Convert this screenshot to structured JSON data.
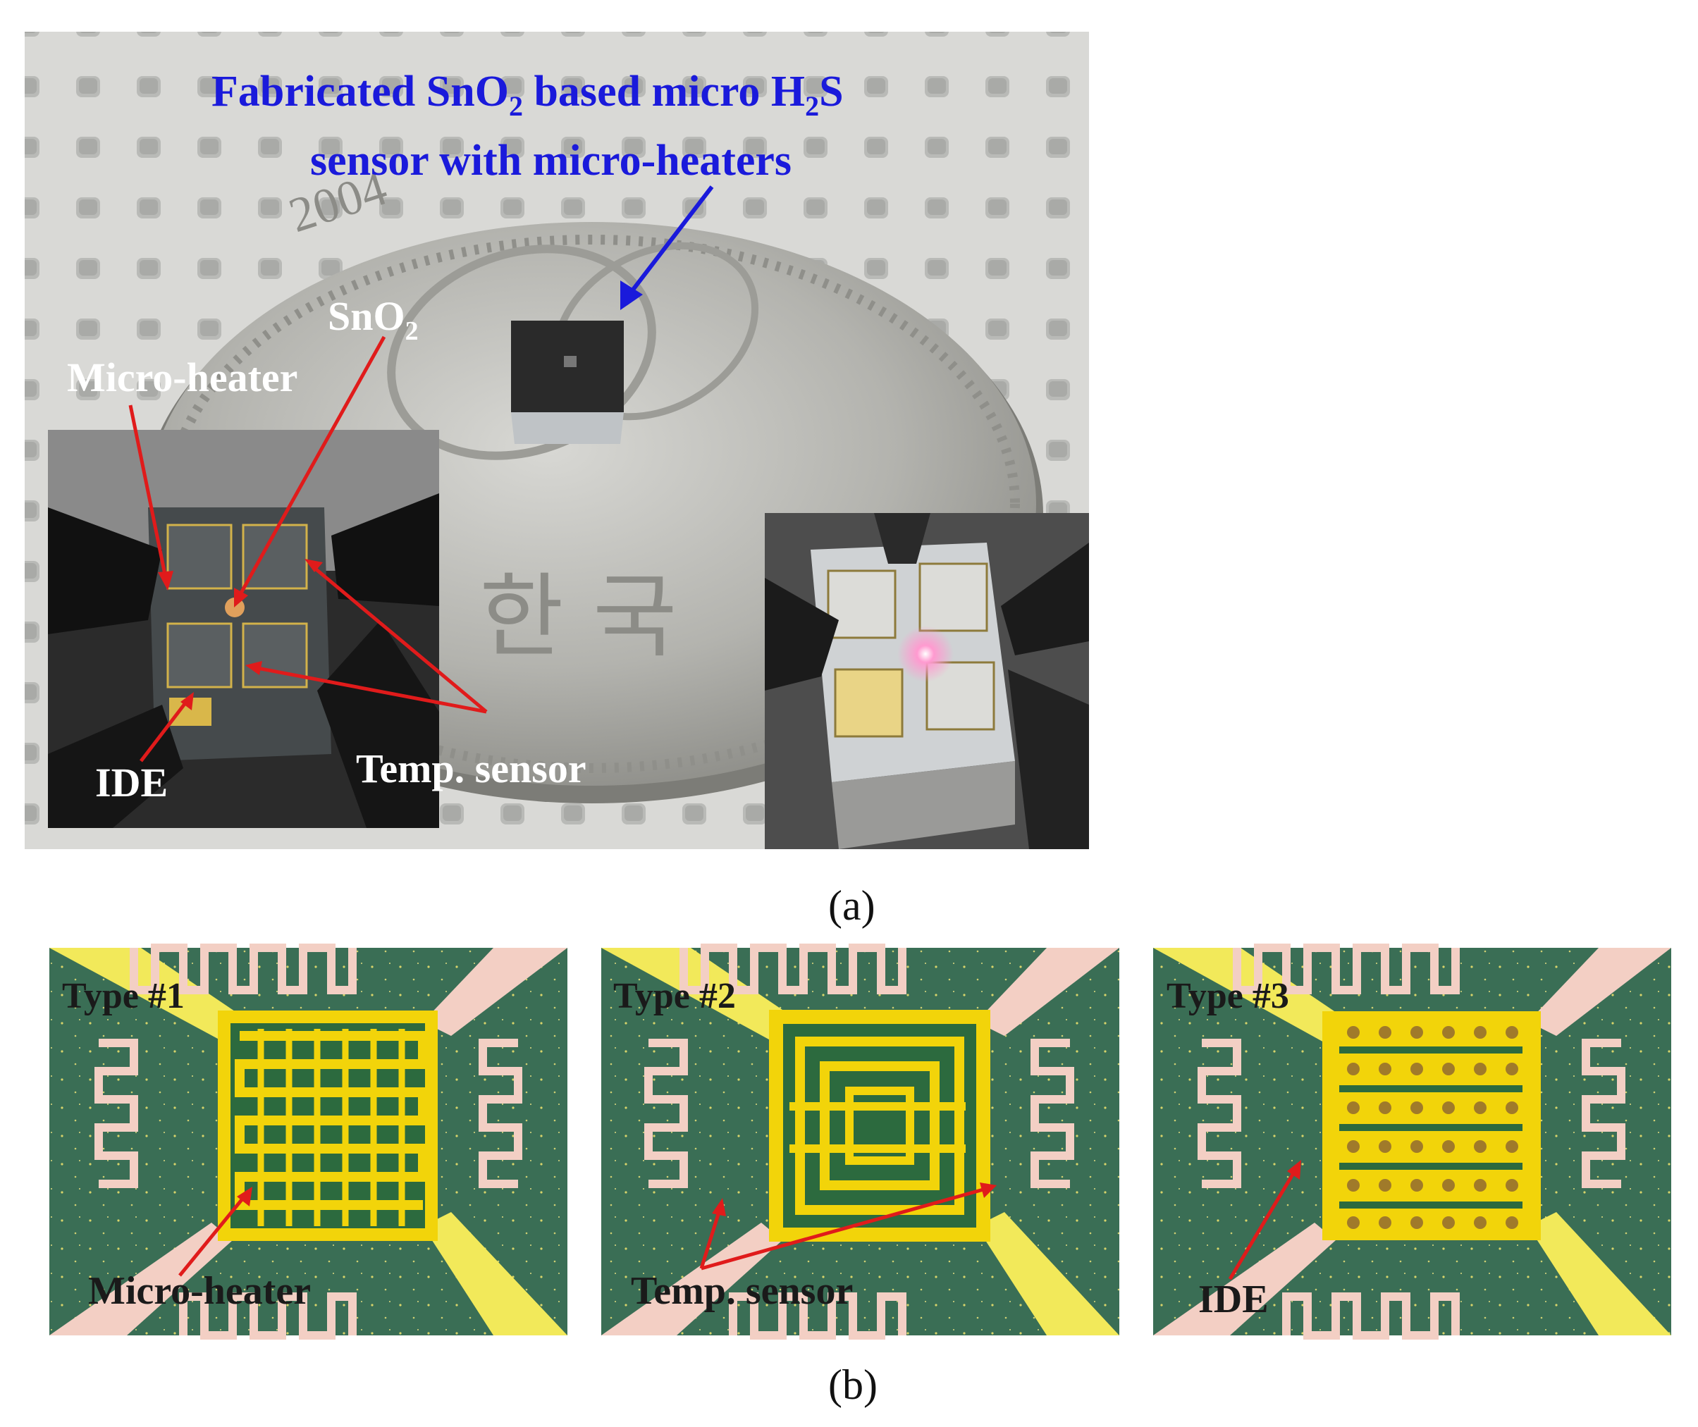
{
  "panel_a": {
    "title_line1_prefix": "Fabricated SnO",
    "title_sub_2": "2",
    "title_line1_mid": " based micro H",
    "title_sub_2b": "2",
    "title_line1_suffix": "S",
    "title_line2": "sensor with micro-heaters",
    "sno2_label": "SnO",
    "sno2_sub": "2",
    "micro_heater_label": "Micro-heater",
    "ide_label": "IDE",
    "temp_sensor_label": "Temp. sensor",
    "coin_text_top": "2004",
    "caption": "(a)"
  },
  "panel_b": {
    "types": [
      {
        "label": "Type #1",
        "annotation": "Micro-heater"
      },
      {
        "label": "Type #2",
        "annotation": "Temp. sensor"
      },
      {
        "label": "Type #3",
        "annotation": "IDE"
      }
    ],
    "caption": "(b)"
  },
  "colors": {
    "title_blue": "#1a1adb",
    "arrow_red": "#e01b1b",
    "chip_green": "#2f6b4f",
    "gold": "#f2d40a",
    "pink_trace": "#f3cfc4"
  }
}
